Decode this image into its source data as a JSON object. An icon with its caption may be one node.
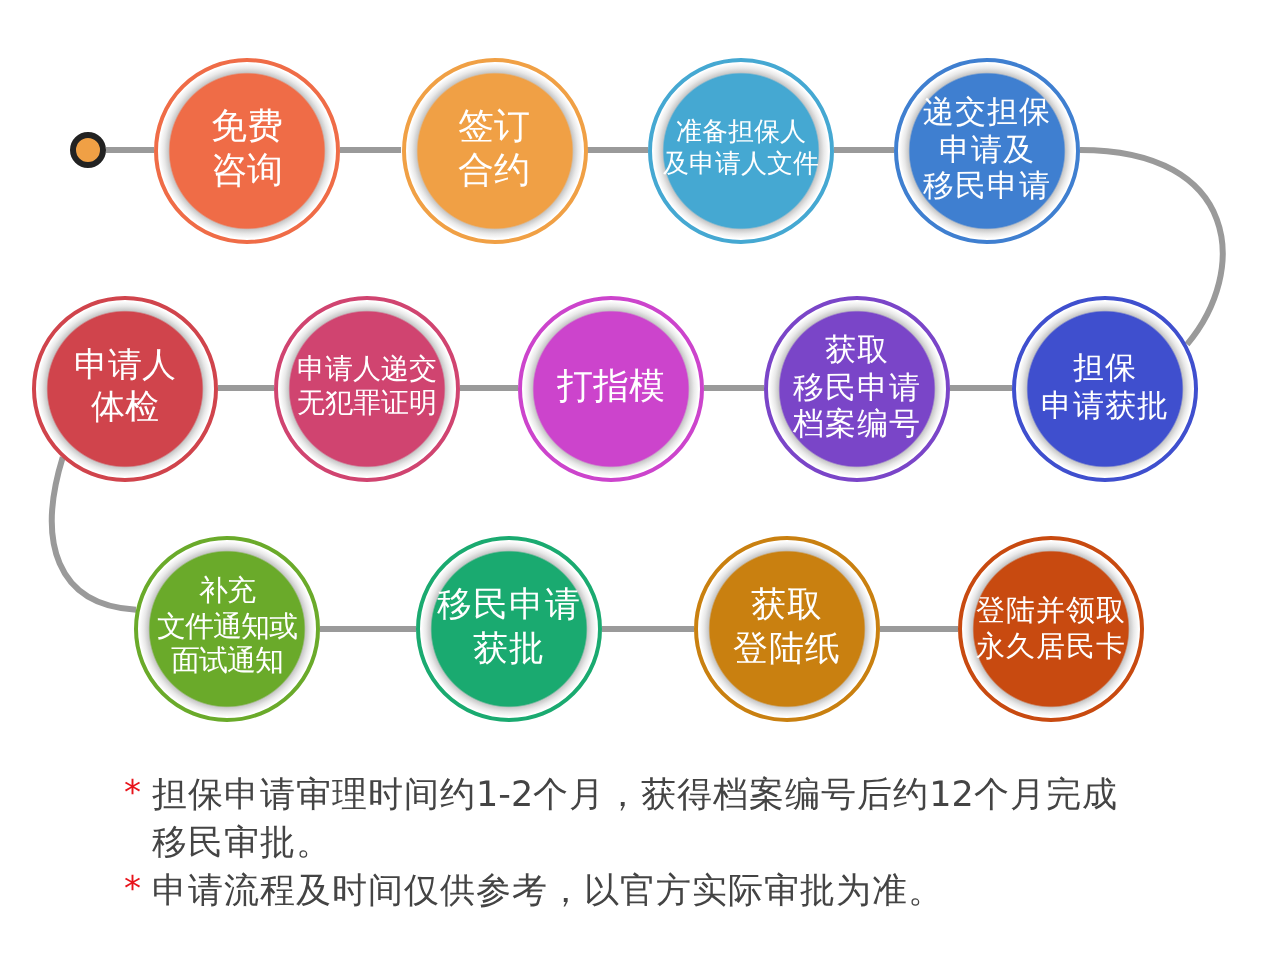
{
  "diagram": {
    "nodes": [
      {
        "text": [],
        "shape": "circle"
      },
      {
        "text": [
          "免费咨询"
        ]
      },
      {
        "text": [
          "签订合约"
        ]
      },
      {
        "text": [
          "准备担保人及申请人文件"
        ]
      },
      {
        "text": [
          "递交担保申请及移民申请"
        ]
      },
      {
        "text": [
          "担保申请获批"
        ]
      },
      {
        "text": [
          "获取移民申请档案编号"
        ]
      },
      {
        "text": [
          "打指模"
        ]
      },
      {
        "text": [
          "申请人递交无犯罪证明"
        ]
      },
      {
        "text": [
          "申请人体检"
        ]
      },
      {
        "text": [
          "补充文件通知或面试通知"
        ]
      },
      {
        "text": [
          "移民申请获批"
        ]
      },
      {
        "text": [
          "获取登陆纸"
        ]
      },
      {
        "text": [
          "登陆并领取永久居民卡"
        ]
      }
    ],
    "edges": [
      {
        "from": 0,
        "to": 1,
        "arrow": "none"
      },
      {
        "from": 1,
        "to": 2,
        "arrow": "none"
      },
      {
        "from": 2,
        "to": 3,
        "arrow": "none"
      },
      {
        "from": 3,
        "to": 4,
        "arrow": "none"
      },
      {
        "from": 4,
        "to": 5,
        "arrow": "none"
      },
      {
        "from": 5,
        "to": 6,
        "arrow": "none"
      },
      {
        "from": 6,
        "to": 7,
        "arrow": "none"
      },
      {
        "from": 7,
        "to": 8,
        "arrow": "none"
      },
      {
        "from": 8,
        "to": 9,
        "arrow": "none"
      },
      {
        "from": 9,
        "to": 10,
        "arrow": "none"
      },
      {
        "from": 10,
        "to": 11,
        "arrow": "none"
      },
      {
        "from": 11,
        "to": 12,
        "arrow": "none"
      },
      {
        "from": 12,
        "to": 13,
        "arrow": "none"
      }
    ],
    "labels": [
      "*",
      "担保申请审理时间约1-2个月，获得档案编号后约12个月完成移民审批。",
      "*",
      "申请流程及时间仅供参考，以官方实际审批为准。"
    ]
  }
}
